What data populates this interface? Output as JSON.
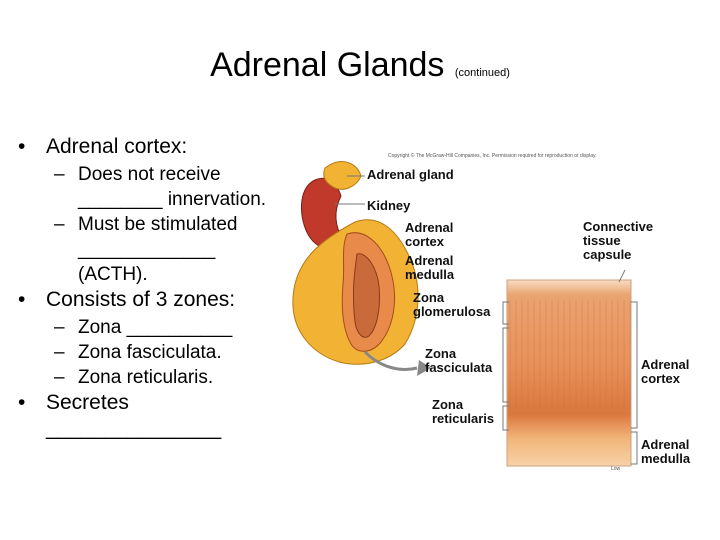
{
  "slide": {
    "title": "Adrenal Glands",
    "title_note": "(continued)",
    "bullets": [
      {
        "text": "Adrenal cortex:",
        "sub": [
          "Does not receive ________ innervation.",
          "Must be stimulated _____________ (ACTH)."
        ]
      },
      {
        "text": "Consists of 3 zones:",
        "sub": [
          "Zona __________",
          "Zona fasciculata.",
          "Zona reticularis."
        ]
      },
      {
        "text": "Secretes _______________",
        "sub": []
      }
    ]
  },
  "figure": {
    "copyright": "Copyright © The McGraw-Hill Companies, Inc. Permission required for reproduction or display.",
    "labels": {
      "adrenal_gland": "Adrenal gland",
      "kidney": "Kidney",
      "adrenal_cortex": "Adrenal\ncortex",
      "adrenal_medulla": "Adrenal\nmedulla",
      "connective_tissue_capsule": "Connective\ntissue\ncapsule",
      "zona_glomerulosa": "Zona\nglomerulosa",
      "zona_fasciculata": "Zona\nfasciculata",
      "zona_reticularis": "Zona\nreticularis",
      "adrenal_cortex_right": "Adrenal\ncortex",
      "adrenal_medulla_right": "Adrenal\nmedulla"
    },
    "micrograph_tag": "Low",
    "colors": {
      "kidney": "#c0392b",
      "gland": "#f2b233",
      "cortex": "#e88a4a",
      "medulla": "#c96a3a",
      "capsule": "#f3d2b4"
    }
  }
}
